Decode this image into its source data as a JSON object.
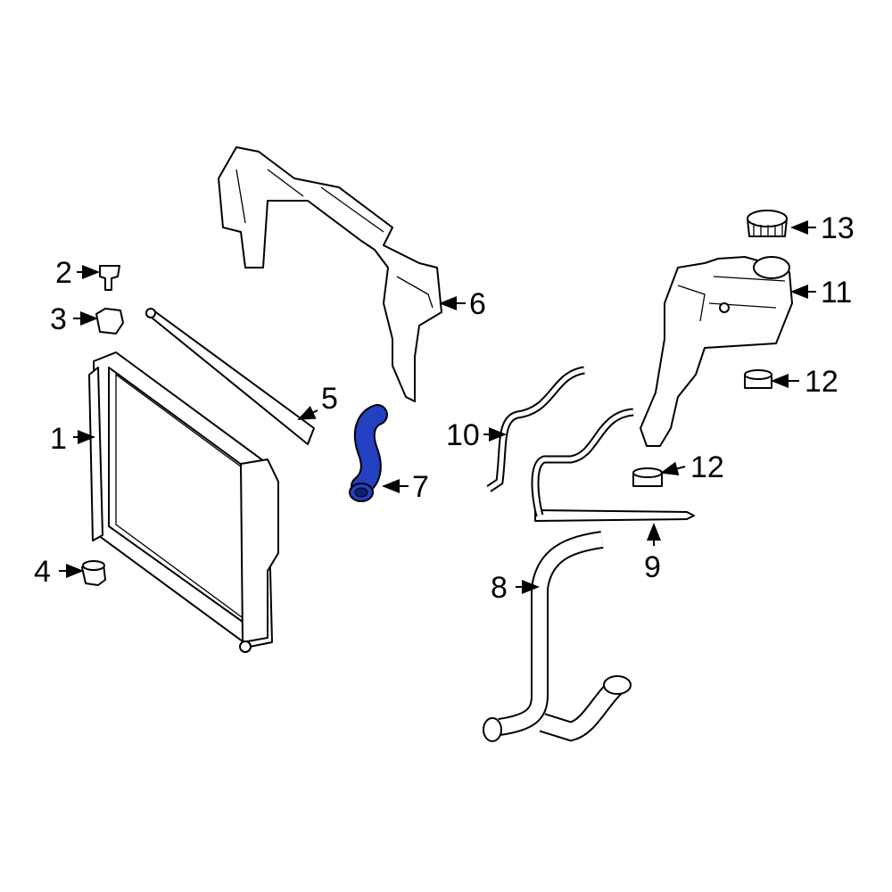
{
  "highlight_color": "#2340c0",
  "highlighted_part": "7",
  "callouts": [
    {
      "id": "c1",
      "label": "1"
    },
    {
      "id": "c2",
      "label": "2"
    },
    {
      "id": "c3",
      "label": "3"
    },
    {
      "id": "c4",
      "label": "4"
    },
    {
      "id": "c5",
      "label": "5"
    },
    {
      "id": "c6",
      "label": "6"
    },
    {
      "id": "c7",
      "label": "7"
    },
    {
      "id": "c8",
      "label": "8"
    },
    {
      "id": "c9",
      "label": "9"
    },
    {
      "id": "c10",
      "label": "10"
    },
    {
      "id": "c11",
      "label": "11"
    },
    {
      "id": "c12a",
      "label": "12"
    },
    {
      "id": "c12b",
      "label": "12"
    },
    {
      "id": "c13",
      "label": "13"
    }
  ]
}
